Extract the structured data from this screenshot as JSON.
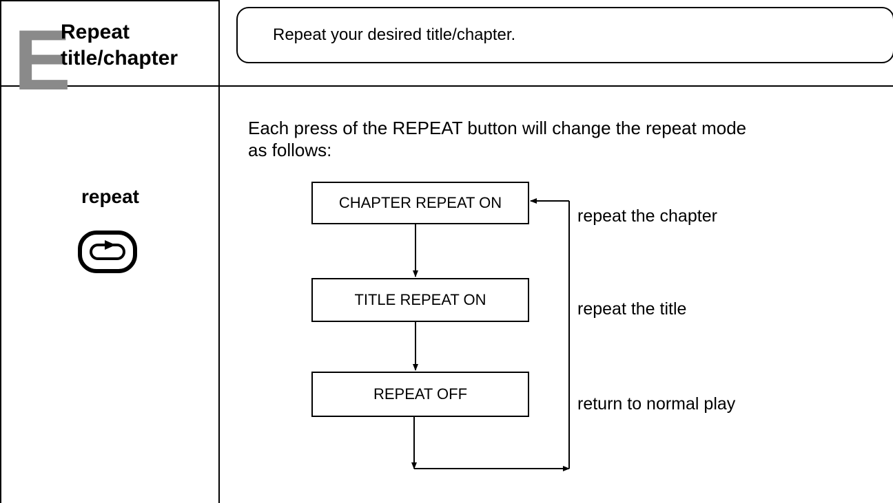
{
  "header": {
    "section_letter": "E",
    "title_line1": "Repeat",
    "title_line2": "title/chapter",
    "summary": "Repeat your desired title/chapter."
  },
  "sidebar": {
    "button_label": "repeat",
    "button_icon": "repeat-icon"
  },
  "main": {
    "intro_line1": "Each press of the REPEAT button will change the repeat mode",
    "intro_line2": "as follows:",
    "modes": [
      {
        "label": "CHAPTER REPEAT ON",
        "effect": "repeat the chapter"
      },
      {
        "label": "TITLE REPEAT ON",
        "effect": "repeat the title"
      },
      {
        "label": "REPEAT OFF",
        "effect": "return to normal play"
      }
    ]
  },
  "colors": {
    "text": "#000000",
    "section_letter": "#8a8a8a",
    "background": "#ffffff"
  }
}
